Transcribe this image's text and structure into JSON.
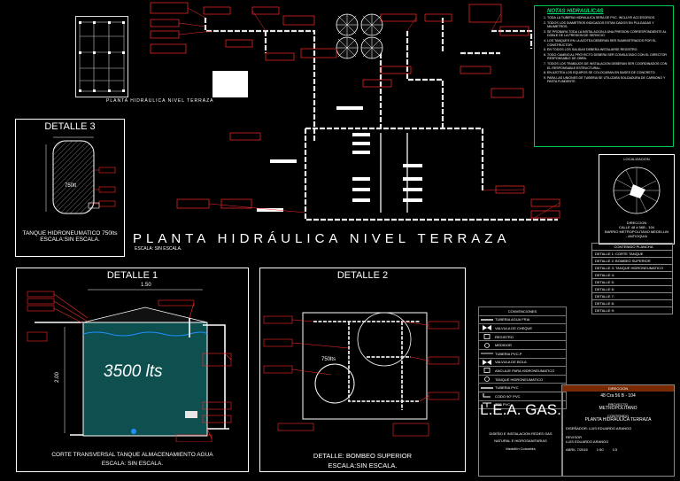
{
  "drawing": {
    "main_title": "PLANTA HIDRÁULICA NIVEL TERRAZA",
    "main_scale": "ESCALA: SIN ESCALA.",
    "mini_plan_title": "PLANTA HIDRÁULICA NIVEL TERRAZA"
  },
  "detail3": {
    "title": "DETALLE 3",
    "tank_label": "750lt",
    "caption_1": "TANQUE HIDRONEUMATICO 750lts",
    "caption_2": "ESCALA:SIN ESCALA."
  },
  "detail1": {
    "title": "DETALLE 1",
    "capacity": "3500 lts",
    "width_dim": "1.50",
    "height_dim": "2.00",
    "caption_1": "CORTE TRANSVERSAL TANQUE ALMACENAMIENTO AGUA",
    "caption_2": "ESCALA: SIN ESCALA."
  },
  "detail2": {
    "title": "DETALLE 2",
    "tank_label": "750lts",
    "caption_1": "DETALLE: BOMBEO SUPERIOR",
    "caption_2": "ESCALA:SIN ESCALA."
  },
  "notes": {
    "title": "NOTAS HIDRAULICAS",
    "items": [
      "TODA LA TUBERIA HIDRAULICA SERA DE PVC. INCLUYE ACCESORIOS.",
      "TODOS LOS DIAMETROS INDICADOS ESTAN DADOS EN PULGADAS Y MILIMETROS.",
      "SE PROBARA TODA LA INSTALACION A UNA PRESION CORRESPONDIENTE AL DOBLE DE LA PRESION DE SERVICIO.",
      "LOS TANQUES EN LA AZOTEA DEBERAN SER SUMINISTRADOS POR EL CONSTRUCTOR.",
      "EN TODOS LOS SALIDAS DEBERA INSTALARSE REGISTRO.",
      "TODO CAMBIO AL PROYECTO DEBERA SER CONSULTADO CON EL DIRECTOR RESPONSABLE DE OBRA.",
      "TODOS LOS TRABAJOS DE INSTALACION DEBERAN SER COORDINADOS CON EL RESPONSABLE ESTRUCTURAL.",
      "EN AZOTEA LOS EQUIPOS SE COLOCARAN EN BASES DE CONCRETO.",
      "PARA LAS UNIONES DE TUBERIA SE UTILIZARA SOLDADURA DE CARBONO Y PASTA FUNDENTE."
    ]
  },
  "location": {
    "title": "LOCALIZACION",
    "address_label": "DIRECCION",
    "address": "CALLE 48 # 56B - 104",
    "district": "BARRIO METROPOLITANO MEDELLIN - ANTIOQUIA",
    "content_header": "CONTENIDO PLANCHA"
  },
  "sheet_list": [
    "DETALLE 1: CORTE TANQUE",
    "DETALLE 2: BOMBEO SUPERIOR",
    "DETALLE 3: TANQUE HIDRONEUMATICO",
    "DETALLE 4:",
    "DETALLE 5:",
    "DETALLE 6:",
    "DETALLE 7:",
    "DETALLE 8:",
    "DETALLE 9:"
  ],
  "legend": {
    "header": "CONVENCIONES",
    "items": [
      {
        "label": "TUBERIA AGUA FRIA",
        "sym": "line-white"
      },
      {
        "label": "VALVULA DE CHEQUE",
        "sym": "valve"
      },
      {
        "label": "REGISTRO",
        "sym": "box"
      },
      {
        "label": "MEDIDOR",
        "sym": "circle"
      },
      {
        "label": "TUBERIA PVC-P",
        "sym": "line-gray"
      },
      {
        "label": "VALVULA DE BOLA",
        "sym": "valve"
      },
      {
        "label": "ANCLAJE PARA HIDRONEUMATICO",
        "sym": "box"
      },
      {
        "label": "TANQUE HIDRONEUMATICO",
        "sym": "circle"
      },
      {
        "label": "TUBERIA PVC",
        "sym": "line-white"
      },
      {
        "label": "CODO 90° PVC",
        "sym": "elbow"
      },
      {
        "label": "TEE PVC",
        "sym": "tee"
      }
    ]
  },
  "title_block": {
    "company": "L.E.A. GAS.",
    "company_sub_1": "DISEÑO E INSTALACION REDES GAS",
    "company_sub_2": "NATURAL E HIDROSANITARIAS",
    "company_sub_3": "Medellín Colombia",
    "direccion_label": "DIRECCION",
    "direccion": "48 Cra 56 B - 104",
    "proyecto_label": "PROYECTO",
    "proyecto": "METROPOLITANO",
    "contenido_label": "CONTENIDO",
    "contenido": "PLANTA HIDRAULICA TERRAZA",
    "disenador": "DISEÑADOR: LUIS EDUARDO ARANGO",
    "revisor": "REVISOR",
    "revisor_name": "LUIS EDUARDO ARANGO",
    "fecha": "ABRIL 7/2015",
    "escala": "1:50",
    "plancha": "1/3"
  },
  "colors": {
    "accent_red": "#ff2a2a",
    "label_yellow": "#ffeb3b",
    "notes_green": "#00c853",
    "water_teal": "#0e4f4f"
  }
}
